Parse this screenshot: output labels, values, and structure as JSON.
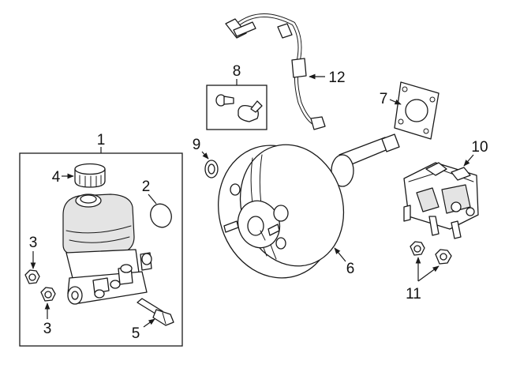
{
  "diagram": {
    "callouts": {
      "c1": "1",
      "c2": "2",
      "c3a": "3",
      "c3b": "3",
      "c4": "4",
      "c5": "5",
      "c6": "6",
      "c7": "7",
      "c8": "8",
      "c9": "9",
      "c10": "10",
      "c11": "11",
      "c12": "12"
    }
  }
}
